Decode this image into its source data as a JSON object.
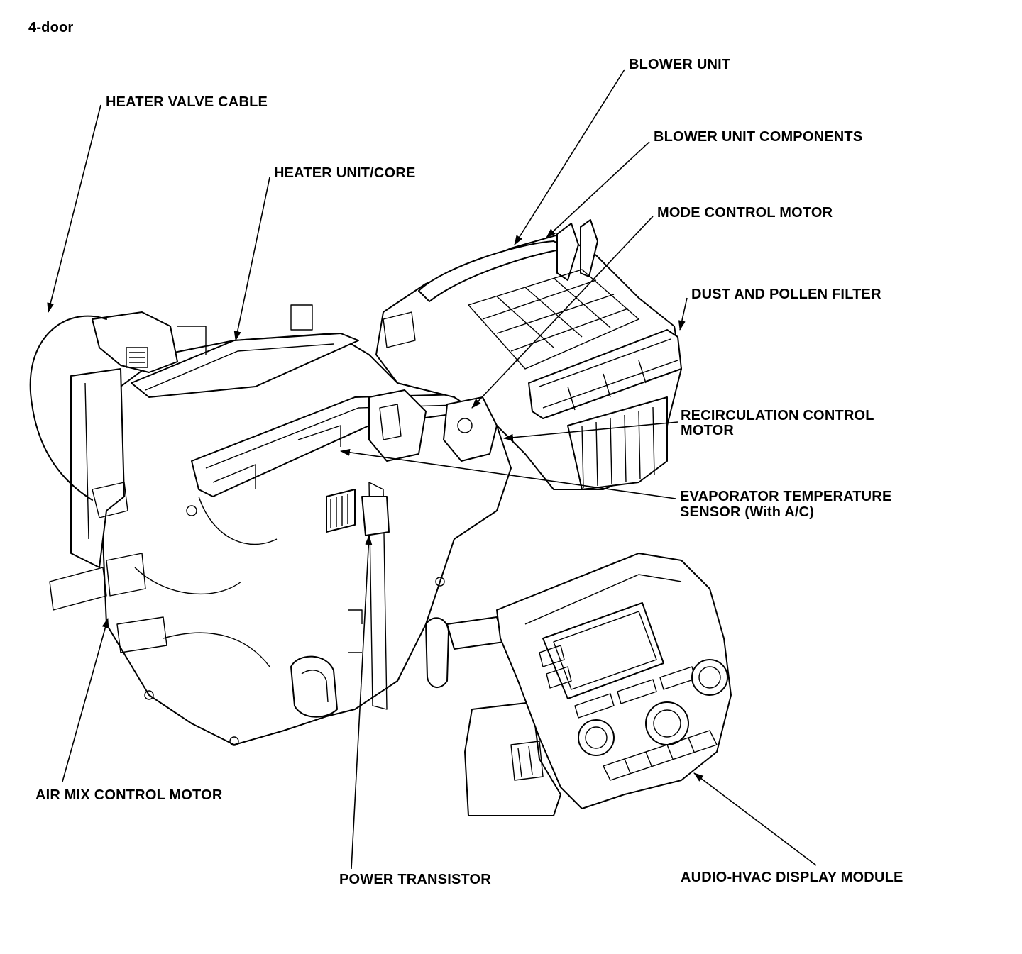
{
  "header": {
    "title": "4-door"
  },
  "labels": {
    "blower_unit": "BLOWER UNIT",
    "heater_valve_cable": "HEATER VALVE CABLE",
    "blower_unit_components": "BLOWER UNIT COMPONENTS",
    "heater_unit_core": "HEATER UNIT/CORE",
    "mode_control_motor": "MODE CONTROL MOTOR",
    "dust_pollen_filter": "DUST AND POLLEN FILTER",
    "recirc_line1": "RECIRCULATION CONTROL",
    "recirc_line2": "MOTOR",
    "evap_line1": "EVAPORATOR TEMPERATURE",
    "evap_line2": "SENSOR (With A/C)",
    "air_mix_control_motor": "AIR MIX CONTROL MOTOR",
    "power_transistor": "POWER TRANSISTOR",
    "audio_hvac_display": "AUDIO-HVAC DISPLAY MODULE"
  }
}
